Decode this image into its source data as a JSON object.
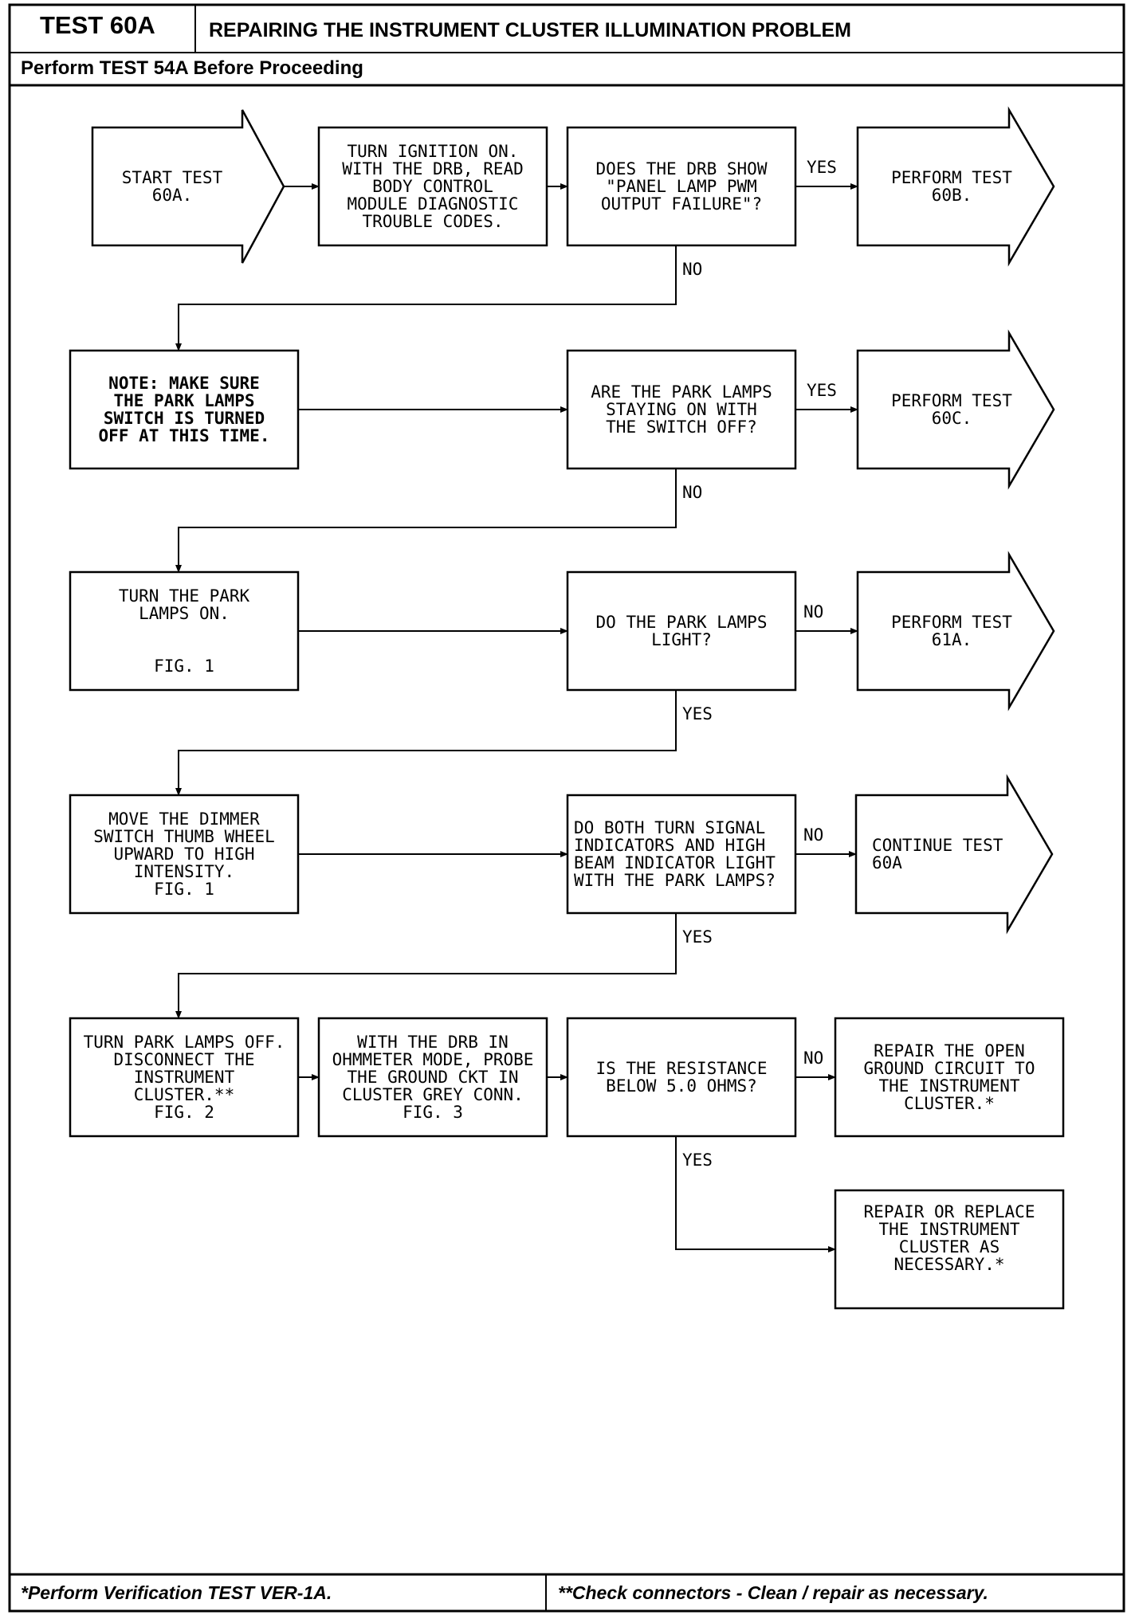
{
  "header": {
    "test_id": "TEST 60A",
    "title": "REPAIRING THE INSTRUMENT CLUSTER ILLUMINATION PROBLEM",
    "prerequisite": "Perform TEST 54A Before Proceeding"
  },
  "footer": {
    "left": "*Perform Verification TEST VER-1A.",
    "right": "**Check connectors - Clean / repair as necessary."
  },
  "nodes": {
    "start": "START TEST 60A.",
    "turn_ignition": "TURN IGNITION ON.\nWITH THE DRB, READ\nBODY CONTROL\nMODULE DIAGNOSTIC\nTROUBLE CODES.",
    "q_pwm": "DOES THE DRB SHOW\n\"PANEL LAMP PWM\nOUTPUT FAILURE\"?",
    "perform_60b": "PERFORM TEST\n60B.",
    "note_park": "NOTE: MAKE SURE\nTHE PARK LAMPS\nSWITCH IS TURNED\nOFF AT THIS TIME.",
    "q_park_on": "ARE THE PARK LAMPS\nSTAYING ON WITH\nTHE SWITCH OFF?",
    "perform_60c": "PERFORM TEST\n60C.",
    "turn_park_on": "TURN THE PARK\nLAMPS ON.\n\n\nFIG. 1",
    "q_park_light": "DO THE PARK LAMPS\nLIGHT?",
    "perform_61a": "PERFORM TEST\n61A.",
    "move_dimmer": "MOVE THE DIMMER\nSWITCH THUMB WHEEL\nUPWARD TO HIGH\nINTENSITY.\nFIG. 1",
    "q_indicators": "DO BOTH TURN SIGNAL\nINDICATORS AND HIGH\nBEAM INDICATOR LIGHT\nWITH THE PARK LAMPS?",
    "continue_60a": "CONTINUE TEST\n60A",
    "turn_park_off": "TURN PARK LAMPS OFF.\nDISCONNECT THE\nINSTRUMENT\nCLUSTER.**\nFIG. 2",
    "ohmmeter": "WITH THE DRB IN\nOHMMETER MODE, PROBE\nTHE GROUND CKT IN\nCLUSTER GREY CONN.\nFIG. 3",
    "q_resistance": "IS THE RESISTANCE\nBELOW 5.0 OHMS?",
    "repair_ground": "REPAIR THE OPEN\nGROUND CIRCUIT TO\nTHE INSTRUMENT\nCLUSTER.*",
    "repair_replace": "REPAIR OR REPLACE\nTHE INSTRUMENT\nCLUSTER AS\nNECESSARY.*"
  },
  "edge_labels": {
    "yes_1": "YES",
    "no_1": "NO",
    "yes_2": "YES",
    "no_2": "NO",
    "no_3": "NO",
    "yes_3": "YES",
    "no_4": "NO",
    "yes_4": "YES",
    "no_5": "NO",
    "yes_5": "YES"
  }
}
